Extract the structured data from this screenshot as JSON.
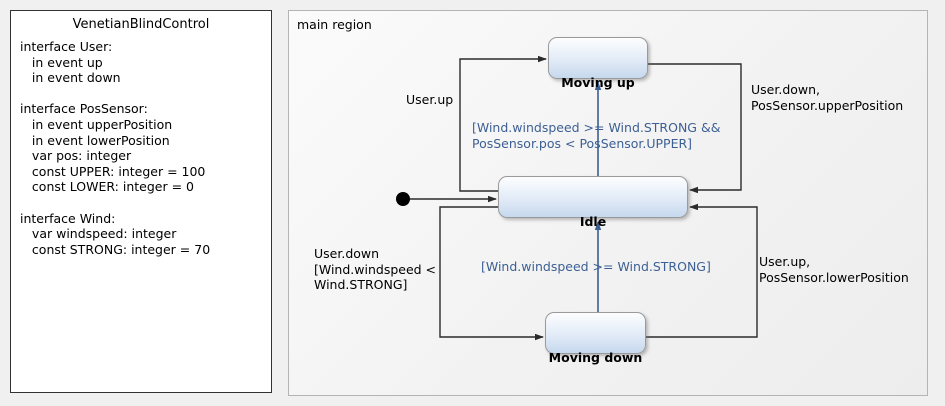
{
  "statechart": {
    "interface_panel": {
      "title": "VenetianBlindControl",
      "body": "interface User:\n   in event up\n   in event down\n\ninterface PosSensor:\n   in event upperPosition\n   in event lowerPosition\n   var pos: integer\n   const UPPER: integer = 100\n   const LOWER: integer = 0\n\ninterface Wind:\n   var windspeed: integer\n   const STRONG: integer = 70"
    },
    "region": {
      "label": "main region"
    },
    "states": [
      {
        "id": "moving-up",
        "name": "Moving up"
      },
      {
        "id": "idle",
        "name": "Idle"
      },
      {
        "id": "moving-down",
        "name": "Moving down"
      }
    ],
    "initial_node": {
      "name": "initial state"
    },
    "transitions": [
      {
        "id": "idle-to-moving-up",
        "label": "User.up",
        "kind": "trigger"
      },
      {
        "id": "idle-to-moving-down",
        "label": "User.down\n[Wind.windspeed <\nWind.STRONG]",
        "kind": "trigger"
      },
      {
        "id": "idle-to-moving-up-guard",
        "label": "[Wind.windspeed >= Wind.STRONG &&\nPosSensor.pos < PosSensor.UPPER]",
        "kind": "guard"
      },
      {
        "id": "moving-down-to-idle-guard",
        "label": "[Wind.windspeed >= Wind.STRONG]",
        "kind": "guard"
      },
      {
        "id": "moving-up-to-idle",
        "label": "User.down,\nPosSensor.upperPosition",
        "kind": "trigger"
      },
      {
        "id": "moving-down-to-idle",
        "label": "User.up,\nPosSensor.lowerPosition",
        "kind": "trigger"
      }
    ],
    "colors": {
      "guard_text": "#3c5f93",
      "state_fill_top": "#fdfdfe",
      "state_fill_bottom": "#c6d9ee",
      "state_border": "#9a9a9a",
      "wire": "#2b2b2b",
      "guard_wire": "#3c5f93",
      "region_border": "#b4b4b4",
      "page_background": "#f0f0f0"
    }
  }
}
